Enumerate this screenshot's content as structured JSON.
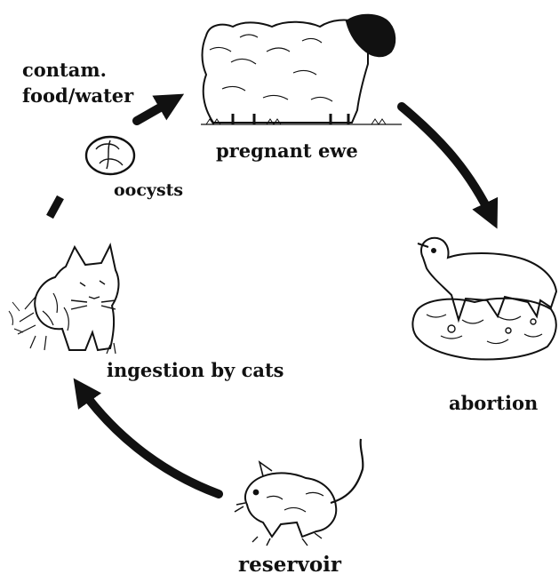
{
  "labels": {
    "contam_line1": "contam.",
    "contam_line2": "food/water",
    "pregnant_ewe": "pregnant ewe",
    "oocysts": "oocysts",
    "ingestion_by_cats": "ingestion by cats",
    "abortion": "abortion",
    "reservoir": "reservoir"
  },
  "colors": {
    "ink": "#111111",
    "background": "#ffffff"
  },
  "icons": [
    "sheep-icon",
    "aborted-lamb-icon",
    "rodent-icon",
    "cat-icon",
    "oocyst-icon"
  ]
}
